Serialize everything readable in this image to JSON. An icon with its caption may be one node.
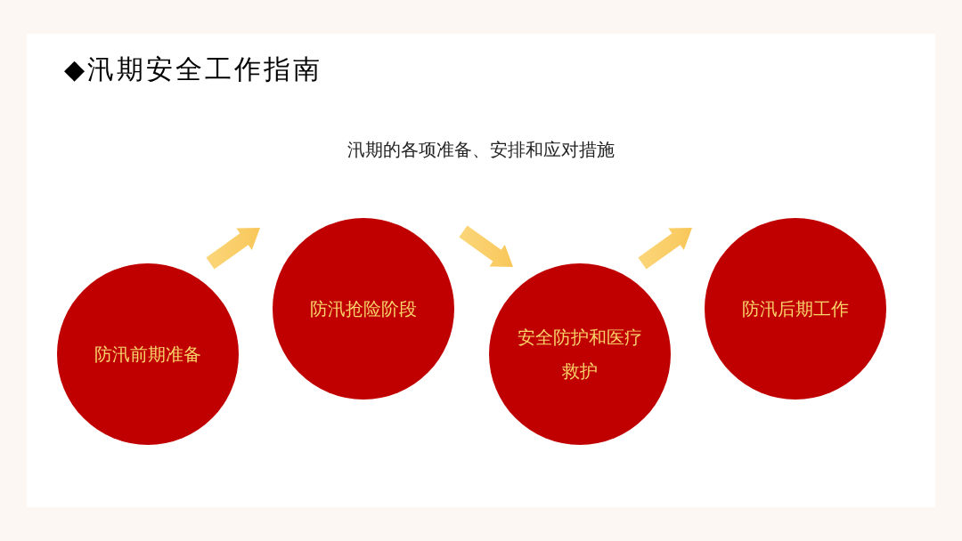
{
  "diagram": {
    "title": "◆汛期安全工作指南",
    "nodes": [
      {
        "text": [
          "防汛前期准备"
        ]
      },
      {
        "text": [
          "防汛抢险阶段"
        ]
      },
      {
        "text": [
          "安全防护和医疗救护"
        ]
      },
      {
        "text": [
          "防汛后期工作"
        ]
      }
    ],
    "edges": [
      {
        "from": 0,
        "to": 1,
        "arrow": "to"
      },
      {
        "from": 1,
        "to": 2,
        "arrow": "to"
      },
      {
        "from": 2,
        "to": 3,
        "arrow": "to"
      }
    ],
    "labels": [
      "汛期的各项准备、安排和应对措施"
    ]
  }
}
